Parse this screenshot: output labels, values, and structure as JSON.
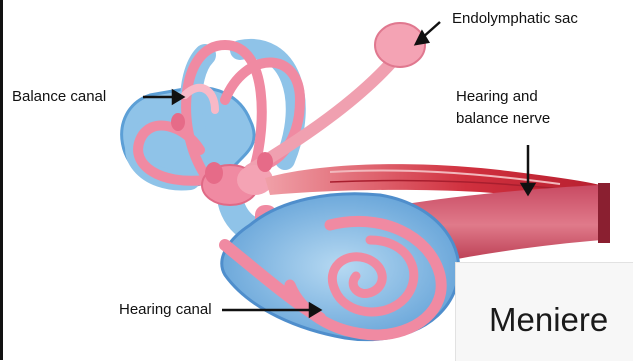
{
  "labels": {
    "endolymphatic_sac": "Endolymphatic sac",
    "balance_canal": "Balance canal",
    "nerve_line1": "Hearing and",
    "nerve_line2": "balance nerve",
    "hearing_canal": "Hearing canal"
  },
  "title_overlay": "Meniere",
  "colors": {
    "outer_membrane": "#8fc3e8",
    "outer_membrane_dark": "#5c9fd6",
    "inner_pink": "#f08aa2",
    "inner_pink_light": "#f8b9c7",
    "nerve_red": "#c8283a",
    "nerve_pink": "#e07a82"
  }
}
